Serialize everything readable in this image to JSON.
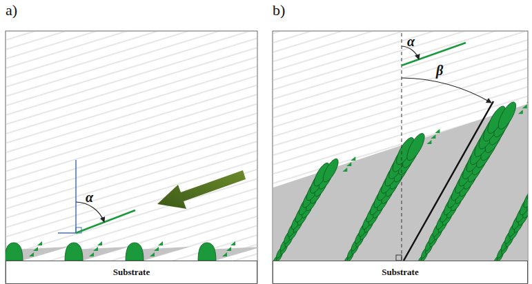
{
  "diagram": {
    "nodes": [
      {
        "text": [
          "Substrate"
        ]
      },
      {
        "text": [
          "Substrate"
        ]
      }
    ],
    "labels": [
      "a)",
      "α",
      "b)",
      "α",
      "β"
    ]
  }
}
